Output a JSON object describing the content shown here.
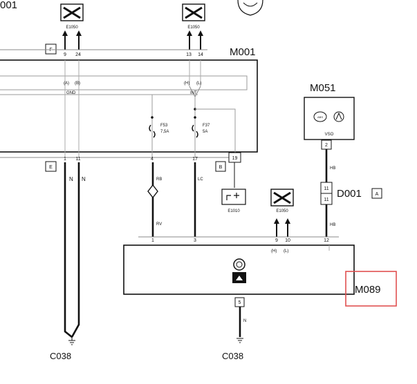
{
  "header": {
    "left_cut_label": "001"
  },
  "modules": {
    "m001": {
      "name": "M001",
      "connector_f": "F",
      "connector_e": "E",
      "connector_b": "B",
      "pin_labels": [
        "(A)",
        "(B)",
        "(H)",
        "(L)"
      ],
      "gnd": "GND",
      "int": "INT"
    },
    "m051": {
      "name": "M051",
      "vso": "VSO",
      "abs": "ABS"
    },
    "m089": {
      "name": "M089"
    },
    "d001": {
      "name": "D001",
      "tag": "A"
    }
  },
  "connectors": {
    "e1050": "E1050",
    "e1010": "E1010",
    "c038": "C038"
  },
  "pins": {
    "p9": "9",
    "p24": "24",
    "p13": "13",
    "p14": "14",
    "p1": "1",
    "p11": "11",
    "p4": "4",
    "p17": "17",
    "p19": "19",
    "p2": "2",
    "p11a": "11",
    "p11b": "11",
    "q1": "1",
    "q3": "3",
    "q9": "9",
    "q10": "10",
    "q12": "12",
    "q5": "5",
    "h": "(H)",
    "l": "(L)"
  },
  "fuses": {
    "f53": {
      "name": "F53",
      "rating": "7,5A"
    },
    "f37": {
      "name": "F37",
      "rating": "5A"
    }
  },
  "wires": {
    "n": "N",
    "rb": "RB",
    "rv": "RV",
    "lc": "LC",
    "hb": "HB"
  }
}
